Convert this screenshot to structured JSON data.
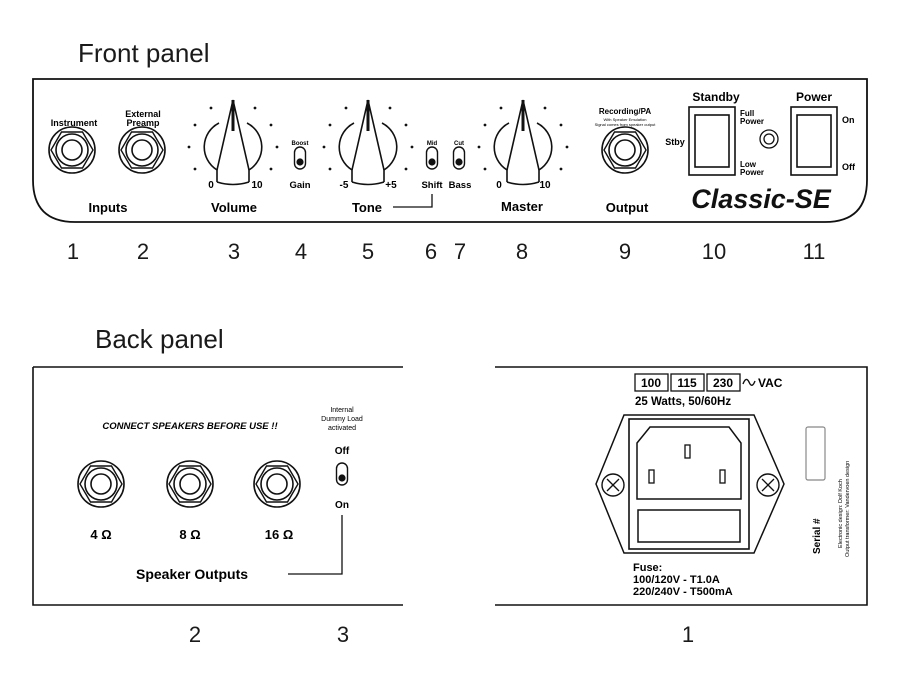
{
  "front": {
    "title": "Front panel",
    "inputs": {
      "group_label": "Inputs",
      "jack1_label": "Instrument",
      "jack2_label_line1": "External",
      "jack2_label_line2": "Preamp"
    },
    "volume": {
      "label": "Volume",
      "min": "0",
      "max": "10"
    },
    "gain_switch": {
      "top": "Boost",
      "bottom": "Gain"
    },
    "tone": {
      "label": "Tone",
      "min": "-5",
      "max": "+5"
    },
    "shift_switch": {
      "top": "Mid",
      "bottom": "Shift"
    },
    "bass_switch": {
      "top": "Cut",
      "bottom": "Bass"
    },
    "master": {
      "label": "Master",
      "min": "0",
      "max": "10"
    },
    "output": {
      "label": "Output",
      "jack_title": "Recording/PA",
      "jack_sub1": "With Speaker Emulation",
      "jack_sub2": "Signal comes from speaker output"
    },
    "standby": {
      "label": "Standby",
      "left": "Stby",
      "top_line1": "Full",
      "top_line2": "Power",
      "bottom_line1": "Low",
      "bottom_line2": "Power"
    },
    "power": {
      "label": "Power",
      "on": "On",
      "off": "Off"
    },
    "brand": "Classic-SE",
    "callouts": [
      "1",
      "2",
      "3",
      "4",
      "5",
      "6",
      "7",
      "8",
      "9",
      "10",
      "11"
    ]
  },
  "back": {
    "title": "Back panel",
    "warning": "CONNECT SPEAKERS BEFORE USE !!",
    "outputs": [
      "4 Ω",
      "8 Ω",
      "16 Ω"
    ],
    "outputs_label": "Speaker Outputs",
    "dummy_load": {
      "line1": "Internal",
      "line2": "Dummy Load",
      "line3": "activated",
      "off": "Off",
      "on": "On"
    },
    "voltages": [
      "100",
      "115",
      "230"
    ],
    "vac_label": "VAC",
    "power_spec": "25 Watts, 50/60Hz",
    "fuse": {
      "title": "Fuse:",
      "line1": "100/120V - T1.0A",
      "line2": "220/240V - T500mA"
    },
    "serial_label": "Serial #",
    "credit1": "Electronic design: Dolf Koch",
    "credit2": "Output transformer: Vandervoen design",
    "callouts": [
      "2",
      "3",
      "1"
    ]
  }
}
